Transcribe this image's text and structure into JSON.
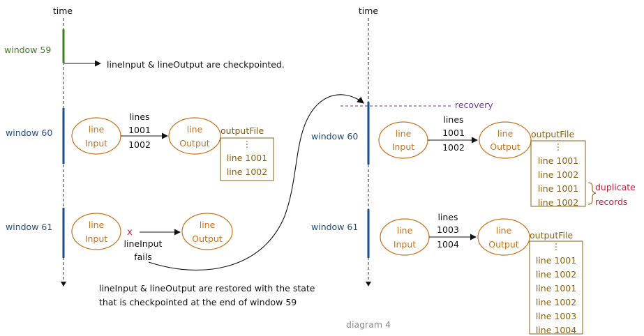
{
  "colors": {
    "window_blue": "#1f4e8c",
    "window_green": "#3f7f1f",
    "operator_orange": "#c8721c",
    "file_olive": "#8a6010",
    "duplicate_red": "#c4203a",
    "recovery_purple": "#6a3d8f"
  },
  "left": {
    "time_label": "time",
    "window59_label": "window 59",
    "checkpoint_note": "lineInput & lineOutput are checkpointed.",
    "window60_label": "window 60",
    "line_input": "line\nInput",
    "line_output": "line\nOutput",
    "lines_label": "lines",
    "line_1001": "1001",
    "line_1002": "1002",
    "output_file": "outputFile",
    "file_rows": [
      "⋮",
      "line 1001",
      "line 1002"
    ],
    "window61_label": "window 61",
    "fail_mark": "x",
    "fail_text": "lineInput\nfails",
    "restore_note_1": "lineInput  & lineOutput are restored with the state",
    "restore_note_2": "that is checkpointed at the end of window 59"
  },
  "right": {
    "time_label": "time",
    "recovery_label": "recovery",
    "window60_label": "window 60",
    "lines_label": "lines",
    "w60_lines": [
      "1001",
      "1002"
    ],
    "output_file": "outputFile",
    "w60_file_rows": [
      "⋮",
      "line 1001",
      "line 1002",
      "line 1001",
      "line 1002"
    ],
    "duplicate_label": "duplicate\nrecords",
    "window61_label": "window 61",
    "w61_lines": [
      "1003",
      "1004"
    ],
    "w61_file_rows": [
      "⋮",
      "line 1001",
      "line 1002",
      "line 1001",
      "line 1002",
      "line 1003",
      "line 1004"
    ]
  },
  "caption": "diagram 4"
}
